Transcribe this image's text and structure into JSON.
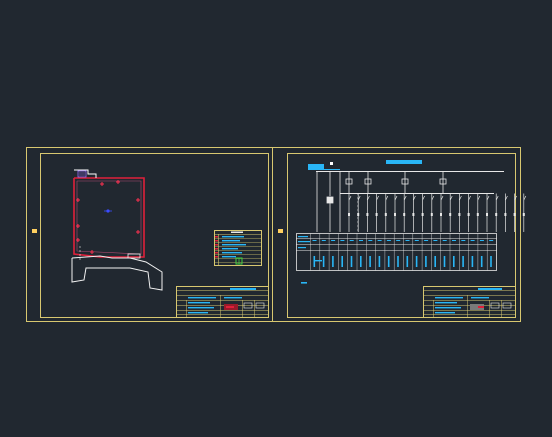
{
  "viewport": {
    "background": "#212830"
  },
  "colors": {
    "frame": "#d8c870",
    "line": "#e8e8e8",
    "red": "#e0203a",
    "cyan": "#29b6f6",
    "blue": "#3a4cff",
    "green": "#40d040",
    "purple": "#9a70ff"
  },
  "sheets": [
    {
      "id": "site-plan-sheet",
      "content": "floor-plan",
      "has_legend_table": true
    },
    {
      "id": "single-line-diagram-sheet",
      "content": "electrical-schematic",
      "feeder_count": 20
    }
  ]
}
